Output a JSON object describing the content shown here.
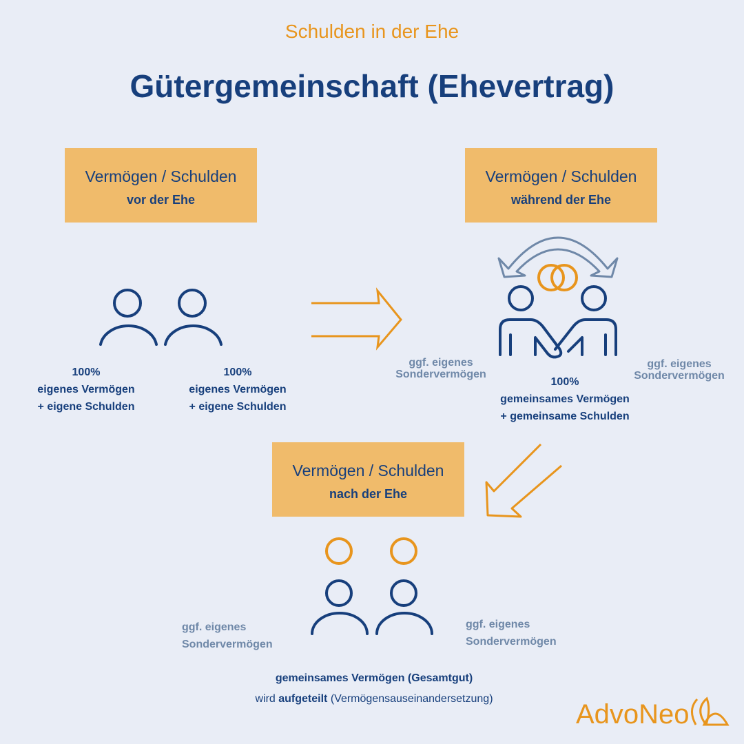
{
  "header": {
    "subtitle": "Schulden in der Ehe",
    "title": "Gütergemeinschaft (Ehevertrag)"
  },
  "boxes": [
    {
      "title": "Vermögen / Schulden",
      "subtitle": "vor der Ehe"
    },
    {
      "title": "Vermögen / Schulden",
      "subtitle": "während der Ehe"
    },
    {
      "title": "Vermögen / Schulden",
      "subtitle": "nach der Ehe"
    }
  ],
  "before": {
    "left": {
      "pct": "100%",
      "line1": "eigenes Vermögen",
      "line2": "+ eigene Schulden"
    },
    "right": {
      "pct": "100%",
      "line1": "eigenes Vermögen",
      "line2": "+ eigene Schulden"
    }
  },
  "during": {
    "pct": "100%",
    "line1": "gemeinsames Vermögen",
    "line2": "+ gemeinsame Schulden",
    "side_left": {
      "line1": "ggf. eigenes",
      "line2": "Sondervermögen"
    },
    "side_right": {
      "line1": "ggf. eigenes",
      "line2": "Sondervermögen"
    }
  },
  "after": {
    "side_left": {
      "line1": "ggf. eigenes",
      "line2": "Sondervermögen"
    },
    "side_right": {
      "line1": "ggf. eigenes",
      "line2": "Sondervermögen"
    },
    "line1": "gemeinsames Vermögen (Gesamtgut)",
    "line2_pre": "wird ",
    "line2_bold": "aufgeteilt",
    "line2_post": " (Vermögensauseinandersetzung)"
  },
  "logo": {
    "text": "AdvoNeo"
  },
  "colors": {
    "navy": "#173f7c",
    "orange": "#e8951d",
    "box": "#f0bb6b",
    "gray": "#6f88a8",
    "bg": "#e9edf6"
  }
}
